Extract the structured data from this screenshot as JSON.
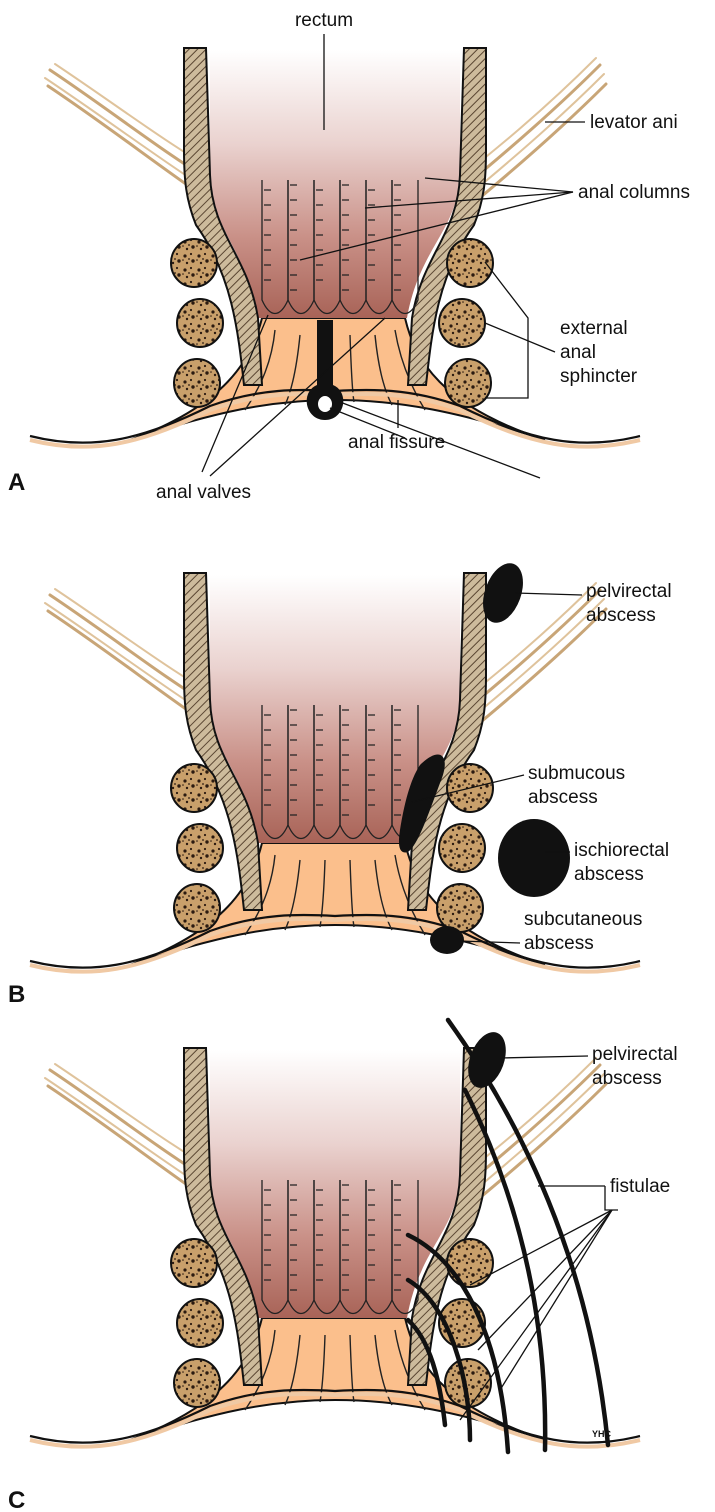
{
  "panels": {
    "a": {
      "letter": "A",
      "labels": {
        "rectum": "rectum",
        "levator_ani": "levator ani",
        "anal_columns": "anal columns",
        "external_anal_sphincter": [
          "external",
          "anal",
          "sphincter"
        ],
        "anal_fissure": "anal fissure",
        "anal_valves": "anal valves"
      }
    },
    "b": {
      "letter": "B",
      "labels": {
        "pelvirectal_abscess": [
          "pelvirectal",
          "abscess"
        ],
        "submucous_abscess": [
          "submucous",
          "abscess"
        ],
        "ischiorectal_abscess": [
          "ischiorectal",
          "abscess"
        ],
        "subcutaneous_abscess": [
          "subcutaneous",
          "abscess"
        ]
      }
    },
    "c": {
      "letter": "C",
      "labels": {
        "pelvirectal_abscess": [
          "pelvirectal",
          "abscess"
        ],
        "fistulae": "fistulae"
      },
      "signature": "YHC"
    }
  },
  "colors": {
    "rectum_top": "#ffffff",
    "rectum_bottom": "#a86357",
    "anal_canal": "#fbbf8c",
    "levator_ani": "#c8a577",
    "sphincter_fill": "#c9a06b",
    "sphincter_speckle": "#2b1a10",
    "abscess": "#111111",
    "skin": "#f0c9a4"
  }
}
